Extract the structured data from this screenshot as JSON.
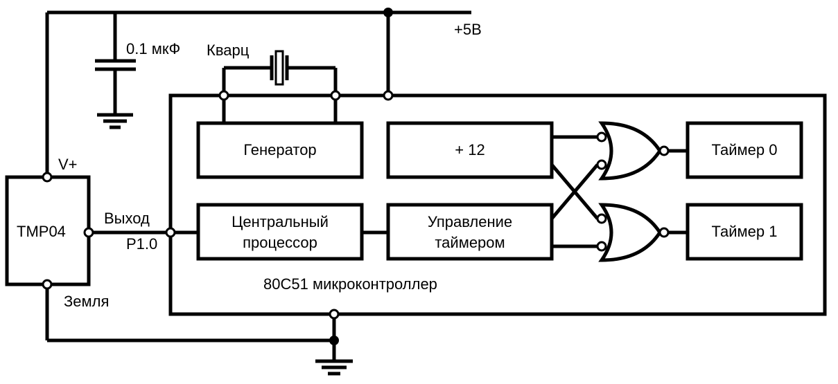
{
  "supply": {
    "label": "+5В"
  },
  "capacitor": {
    "label": "0.1 мкФ"
  },
  "crystal": {
    "label": "Кварц"
  },
  "sensor": {
    "name": "TMP04",
    "vplus_label": "V+",
    "output_label": "Выход",
    "ground_label": "Земля"
  },
  "mcu": {
    "name": "80C51 микроконтроллер",
    "pin_label": "P1.0",
    "generator": "Генератор",
    "divider": "+ 12",
    "cpu_line1": "Центральный",
    "cpu_line2": "процессор",
    "timer_ctrl_line1": "Управление",
    "timer_ctrl_line2": "таймером",
    "timer0": "Таймер 0",
    "timer1": "Таймер 1"
  }
}
